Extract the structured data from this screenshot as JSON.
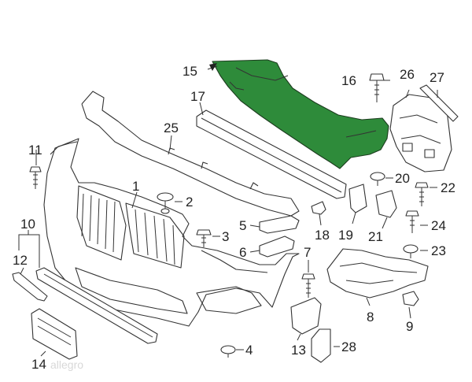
{
  "callouts": [
    {
      "num": "1"
    },
    {
      "num": "2"
    },
    {
      "num": "3"
    },
    {
      "num": "4"
    },
    {
      "num": "5"
    },
    {
      "num": "6"
    },
    {
      "num": "7"
    },
    {
      "num": "8"
    },
    {
      "num": "9"
    },
    {
      "num": "10"
    },
    {
      "num": "11"
    },
    {
      "num": "12"
    },
    {
      "num": "13"
    },
    {
      "num": "14"
    },
    {
      "num": "15"
    },
    {
      "num": "16"
    },
    {
      "num": "17"
    },
    {
      "num": "19"
    },
    {
      "num": "18"
    },
    {
      "num": "20"
    },
    {
      "num": "21"
    },
    {
      "num": "22"
    },
    {
      "num": "23"
    },
    {
      "num": "24"
    },
    {
      "num": "25"
    },
    {
      "num": "26"
    },
    {
      "num": "27"
    },
    {
      "num": "28"
    }
  ],
  "highlight_color": "#2e8b3a",
  "watermark": "allegro"
}
